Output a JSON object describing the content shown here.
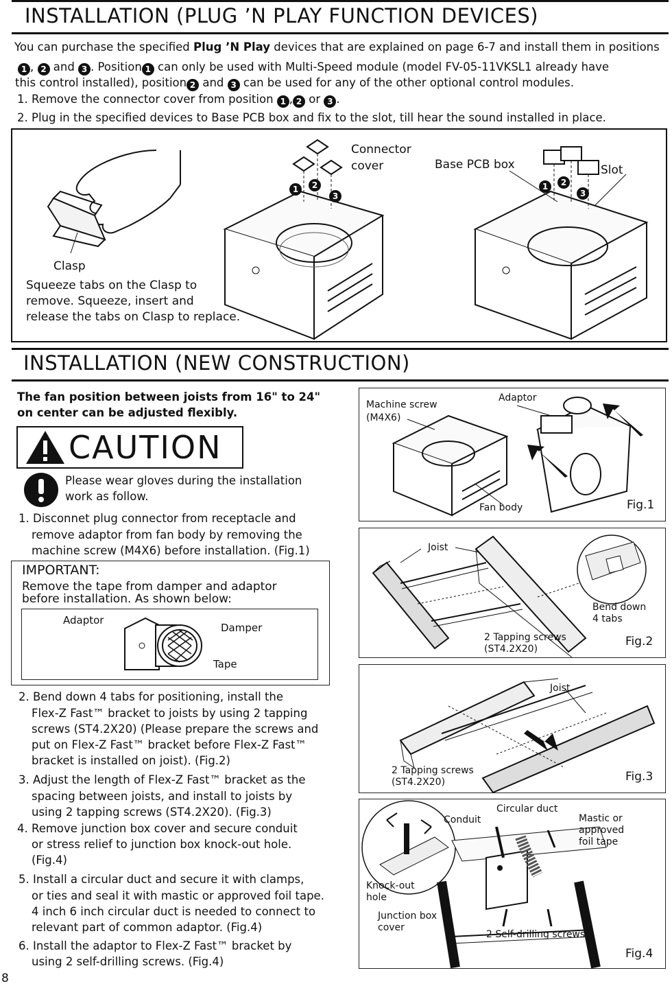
{
  "page_number": "8",
  "section1": {
    "title": "INSTALLATION (PLUG ’N PLAY FUNCTION DEVICES)",
    "intro": {
      "l1a": "You can purchase the specified ",
      "l1b": "Plug ’N Play",
      "l1c": " devices that are explained on page 6-7 and install them in positions",
      "n1": "1",
      "n2": "2",
      "n3": "3",
      "l2a": ",",
      "l2b": "and",
      "l2c": ".  Position",
      "l2d": "can only be used with Multi-Speed module (model FV-05-11VKSL1 already have",
      "l3a": "this control installed), position",
      "l3b": "and",
      "l3c": "can be used for any of the other optional control modules."
    },
    "step1a": "1. Remove the connector cover from position",
    "step1b": ",",
    "step1c": "or",
    "step1d": ".",
    "step2": "2. Plug in the specified devices to Base PCB box and fix to the slot, till hear the sound installed in place.",
    "labels": {
      "clasp": "Clasp",
      "connector_cover_1": "Connector",
      "connector_cover_2": "cover",
      "base_pcb_box": "Base PCB box",
      "slot": "Slot"
    },
    "squeeze": [
      "Squeeze tabs on the Clasp to",
      "remove. Squeeze, insert and",
      "release the tabs on Clasp to replace."
    ]
  },
  "section2": {
    "title": "INSTALLATION (NEW CONSTRUCTION)",
    "fan_position": [
      "The fan position between joists from 16\" to 24\"",
      "on center can be adjusted flexibly."
    ],
    "caution_word": "CAUTION",
    "gloves": [
      "Please wear gloves during the installation",
      "work as follow."
    ],
    "step1": [
      "1. Disconnet plug connector from receptacle and",
      "remove adaptor from fan body by removing the",
      "machine screw (M4X6) before installation. (Fig.1)"
    ],
    "important": {
      "title": "IMPORTANT:",
      "text": [
        "Remove the tape from damper and adaptor",
        "before installation. As shown below:"
      ],
      "adaptor": "Adaptor",
      "damper": "Damper",
      "tape": "Tape"
    },
    "step2": [
      "2. Bend down 4 tabs for positioning, install the",
      "Flex-Z Fast™ bracket to joists by using 2 tapping",
      "screws (ST4.2X20) (Please prepare the screws and",
      "put on Flex-Z Fast™ bracket before Flex-Z Fast™",
      "bracket is installed on joist). (Fig.2)"
    ],
    "step3": [
      "3. Adjust the length of Flex-Z Fast™ bracket as the",
      "spacing between joists, and install to joists by",
      "using 2 tapping screws (ST4.2X20). (Fig.3)"
    ],
    "step4": [
      "4. Remove junction box cover and secure conduit",
      "or stress relief to junction box knock-out hole.",
      "(Fig.4)"
    ],
    "step5": [
      "5. Install a circular duct and secure it with clamps,",
      "or ties and seal it with mastic or approved foil tape.",
      "4 inch 6 inch circular duct is needed to connect to",
      "relevant part of common adaptor. (Fig.4)"
    ],
    "step6": [
      "6. Install the adaptor to Flex-Z Fast™ bracket by",
      "using 2 self-drilling screws. (Fig.4)"
    ]
  },
  "figures": {
    "fig1": {
      "caption": "Fig.1",
      "machine_screw": [
        "Machine screw",
        "(M4X6)"
      ],
      "adaptor": "Adaptor",
      "fan_body": "Fan body"
    },
    "fig2": {
      "caption": "Fig.2",
      "joist": "Joist",
      "bend_down": [
        "Bend down",
        "4 tabs"
      ],
      "screws": [
        "2 Tapping screws",
        "(ST4.2X20)"
      ]
    },
    "fig3": {
      "caption": "Fig.3",
      "joist": "Joist",
      "screws": [
        "2 Tapping screws",
        "(ST4.2X20)"
      ]
    },
    "fig4": {
      "caption": "Fig.4",
      "conduit": "Conduit",
      "circular_duct": "Circular duct",
      "mastic": [
        "Mastic or",
        "approved",
        "foil tape"
      ],
      "knockout": [
        "Knock-out",
        "hole"
      ],
      "junction": [
        "Junction box",
        "cover"
      ],
      "self_drilling": "2 Self-drilling screws"
    }
  }
}
